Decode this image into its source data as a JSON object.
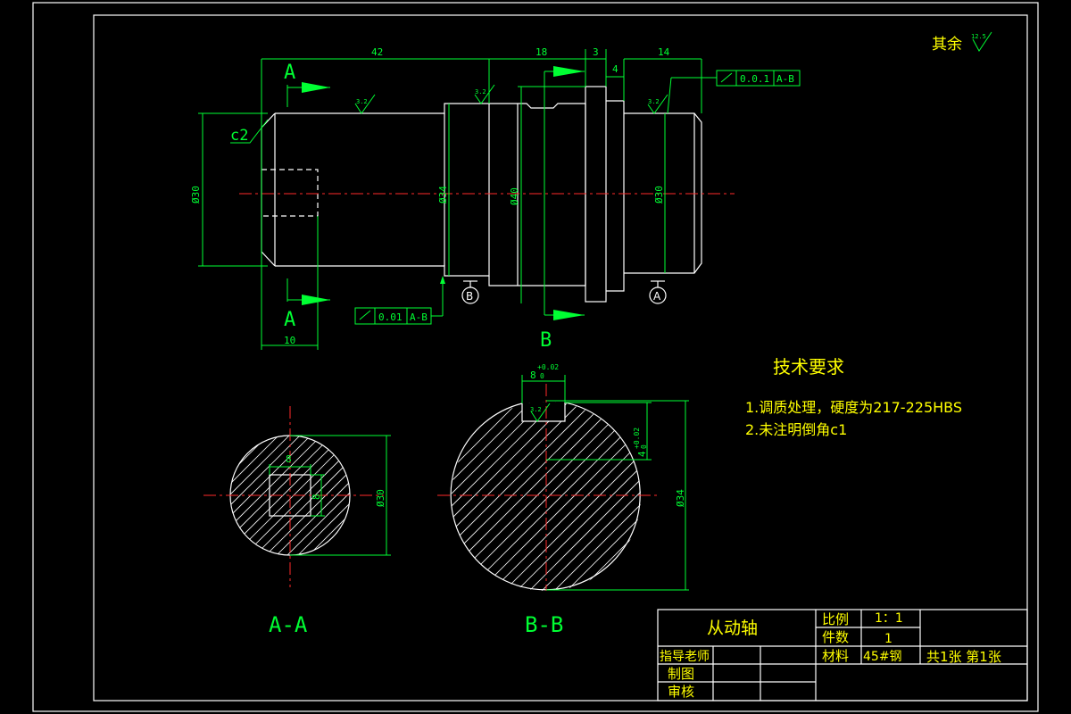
{
  "general_roughness": {
    "label": "其余",
    "value": "12.5"
  },
  "section_labels": {
    "a_top": "A",
    "a_bottom": "A",
    "b": "B",
    "aa": "A-A",
    "bb": "B-B"
  },
  "chamfer_label": "c2",
  "dimensions": {
    "len_42": "42",
    "len_18": "18",
    "len_3": "3",
    "len_4": "4",
    "len_14": "14",
    "len_10": "10",
    "dia_30_left": "Ø30",
    "dia_34": "Ø34",
    "dia_40": "Ø40",
    "dia_30_right": "Ø30",
    "sec_a_8w": "8",
    "sec_a_8h": "8",
    "sec_a_dia": "Ø30",
    "sec_b_8": "8",
    "sec_b_tol_up": "+0.02",
    "sec_b_tol_low": "0",
    "sec_b_4": "4",
    "sec_b_4tol_up": "+0.02",
    "sec_b_4tol_low": "0",
    "sec_b_dia": "Ø34"
  },
  "roughness_marks": [
    "3.2",
    "3.2",
    "3.2",
    "3.2"
  ],
  "tolerance_frames": [
    {
      "value": "0.0.1",
      "datum": "A-B"
    },
    {
      "value": "0.01",
      "datum": "A-B"
    }
  ],
  "datums": [
    "B",
    "A"
  ],
  "tech_requirements": {
    "title": "技术要求",
    "items": [
      "1.调质处理，硬度为217-225HBS",
      "2.未注明倒角c1"
    ]
  },
  "title_block": {
    "part_name": "从动轴",
    "scale_label": "比例",
    "scale_value": "1：1",
    "qty_label": "件数",
    "qty_value": "1",
    "material_label": "材料",
    "material_value": "45#钢",
    "sheet": "共1张 第1张",
    "advisor": "指导老师",
    "drawn": "制图",
    "checked": "审核"
  }
}
